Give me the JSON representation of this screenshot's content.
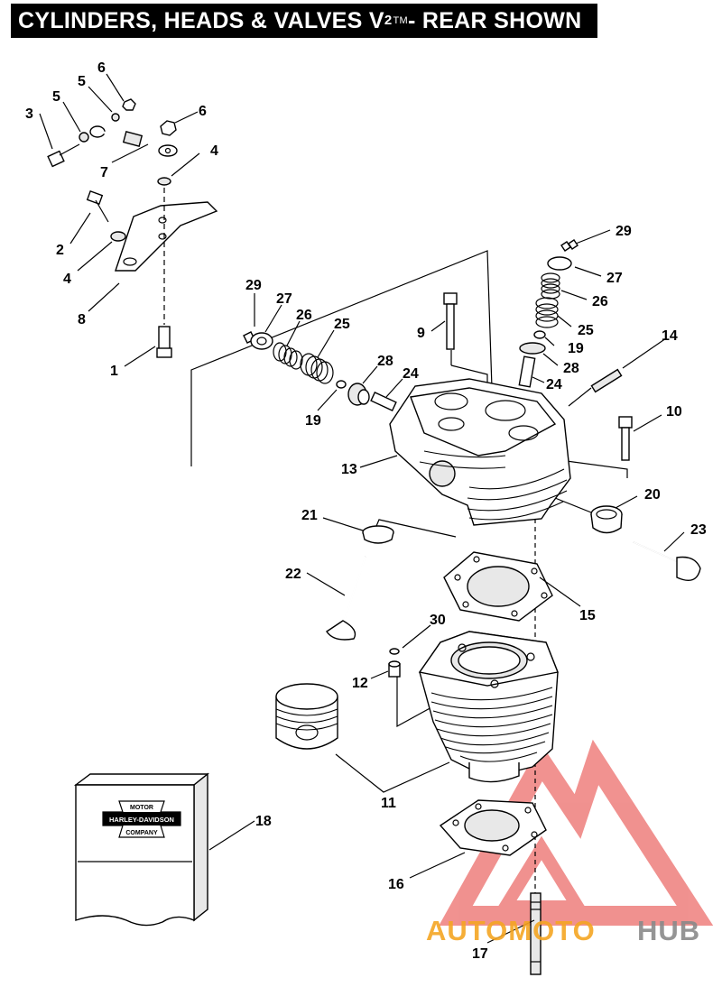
{
  "header": {
    "title_main": "CYLINDERS, HEADS & VALVES V",
    "title_sup": "2",
    "title_tm": "TM",
    "title_rest": " - REAR SHOWN"
  },
  "callouts": {
    "c1": "1",
    "c2": "2",
    "c3": "3",
    "c4a": "4",
    "c4b": "4",
    "c5a": "5",
    "c5b": "5",
    "c6a": "6",
    "c6b": "6",
    "c7": "7",
    "c8": "8",
    "c9": "9",
    "c10": "10",
    "c11": "11",
    "c12": "12",
    "c13": "13",
    "c14": "14",
    "c15": "15",
    "c16": "16",
    "c17": "17",
    "c18": "18",
    "c19a": "19",
    "c19b": "19",
    "c20": "20",
    "c21": "21",
    "c22": "22",
    "c23": "23",
    "c24a": "24",
    "c24b": "24",
    "c25a": "25",
    "c25b": "25",
    "c26a": "26",
    "c26b": "26",
    "c27a": "27",
    "c27b": "27",
    "c28a": "28",
    "c28b": "28",
    "c29a": "29",
    "c29b": "29",
    "c30": "30"
  },
  "manual_logo": {
    "line1": "MOTOR",
    "line2": "HARLEY-DAVIDSON",
    "line3": "COMPANY"
  },
  "watermark": {
    "part1": "AUTOMOTO",
    "part2": "HUB",
    "color_red": "#e53935",
    "color_orange": "#f5a623",
    "color_gray": "#8a8a8a"
  }
}
